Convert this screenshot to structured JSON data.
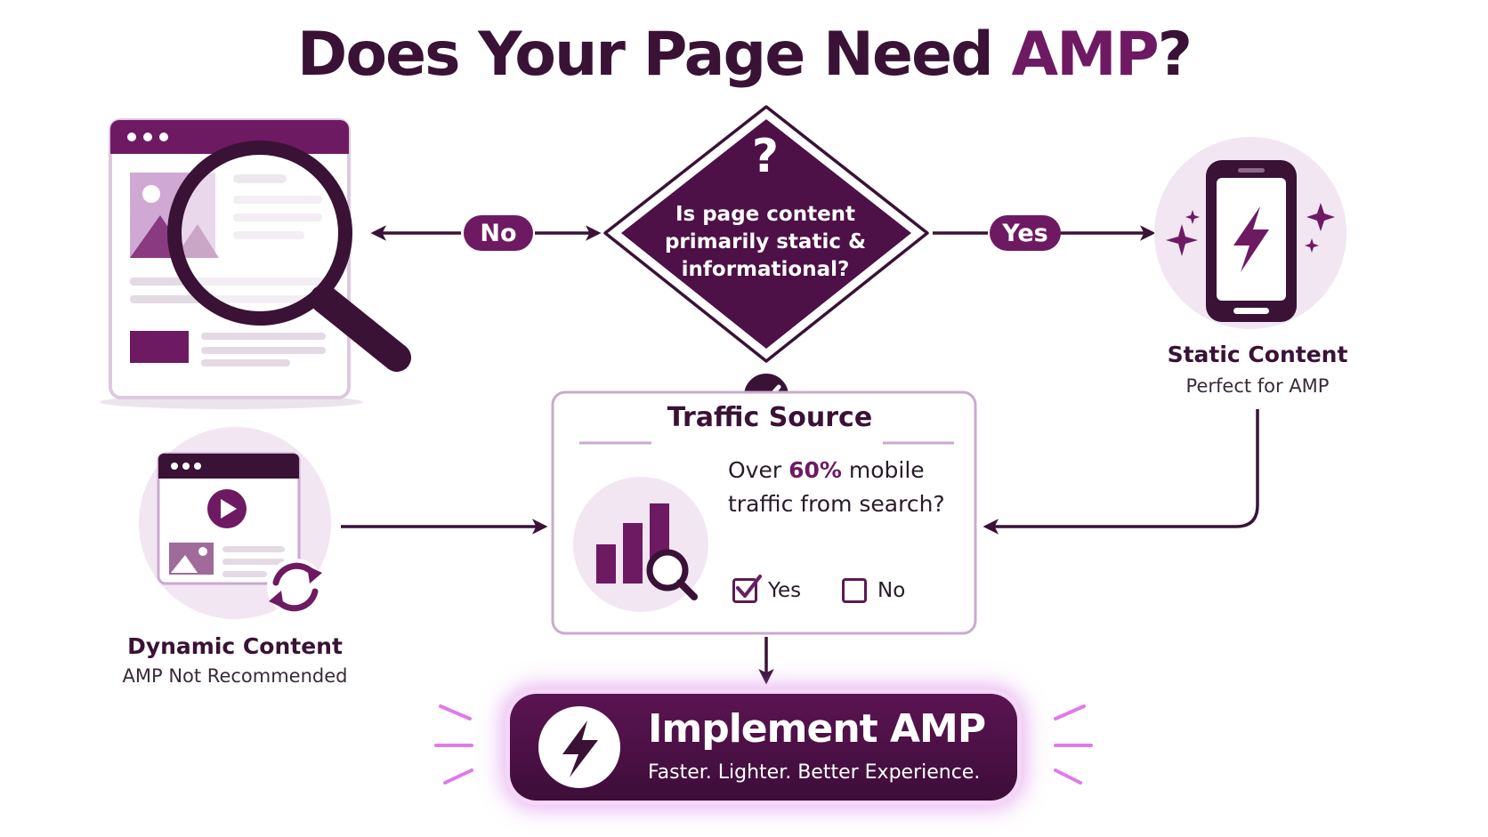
{
  "title": {
    "prefix": "Does Your Page Need",
    "accent": "AMP",
    "suffix": "?"
  },
  "decision": {
    "question_mark": "?",
    "question": "Is page content primarily static & informational?",
    "no_label": "No",
    "yes_label": "Yes"
  },
  "static_node": {
    "title": "Static Content",
    "subtitle": "Perfect for AMP"
  },
  "dynamic_node": {
    "title": "Dynamic Content",
    "subtitle": "AMP Not Recommended"
  },
  "traffic": {
    "title": "Traffic Source",
    "question_before": "Over",
    "question_pct": "60%",
    "question_line1_after": "mobile",
    "question_line2": "traffic from search?",
    "options": [
      {
        "label": "Yes",
        "checked": true
      },
      {
        "label": "No",
        "checked": false
      }
    ]
  },
  "cta": {
    "title": "Implement AMP",
    "subtitle": "Faster. Lighter. Better Experience."
  },
  "colors": {
    "primary": "#6e1a63",
    "dark": "#3a1236",
    "light": "#efe3f0",
    "glow": "#e07ae8"
  }
}
